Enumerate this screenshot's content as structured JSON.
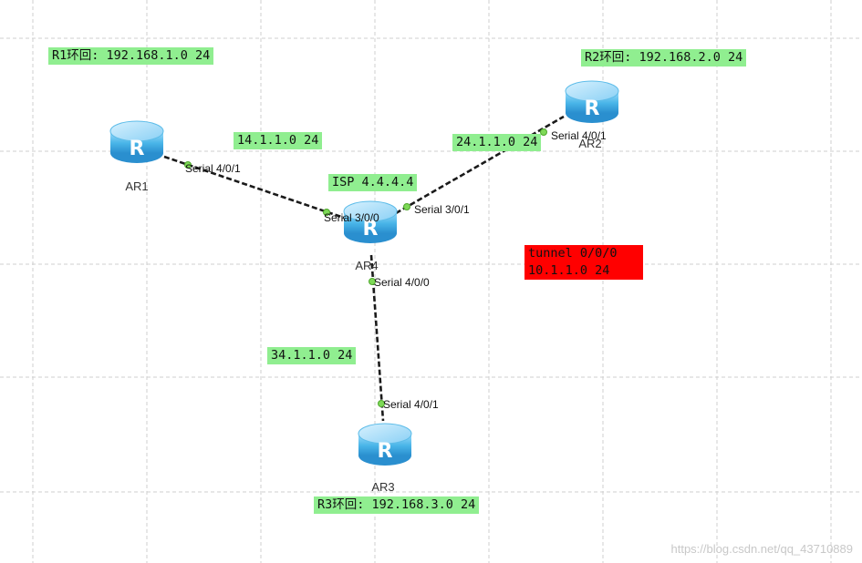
{
  "devices": {
    "ar1": {
      "name": "AR1",
      "loopback": "R1环回: 192.168.1.0 24"
    },
    "ar2": {
      "name": "AR2",
      "loopback": "R2环回: 192.168.2.0 24"
    },
    "ar3": {
      "name": "AR3",
      "loopback": "R3环回: 192.168.3.0 24"
    },
    "ar4": {
      "name": "AR4",
      "isp_label": "ISP 4.4.4.4"
    }
  },
  "router_glyph": "R",
  "ports": {
    "ar1_s401": "Serial 4/0/1",
    "ar4_s300": "Serial 3/0/0",
    "ar4_s301": "Serial 3/0/1",
    "ar2_s401": "Serial 4/0/1",
    "ar4_s400": "Serial 4/0/0",
    "ar3_s401": "Serial 4/0/1"
  },
  "links": {
    "ar1_ar4": "14.1.1.0 24",
    "ar4_ar2": "24.1.1.0 24",
    "ar4_ar3": "34.1.1.0 24"
  },
  "tunnel": {
    "name": "tunnel 0/0/0",
    "network": "10.1.1.0 24"
  },
  "watermark": "https://blog.csdn.net/qq_43710889",
  "colors": {
    "label_bg": "#90ee90",
    "tunnel_bg": "#ff0000",
    "router_body": "#4ab8ea"
  }
}
